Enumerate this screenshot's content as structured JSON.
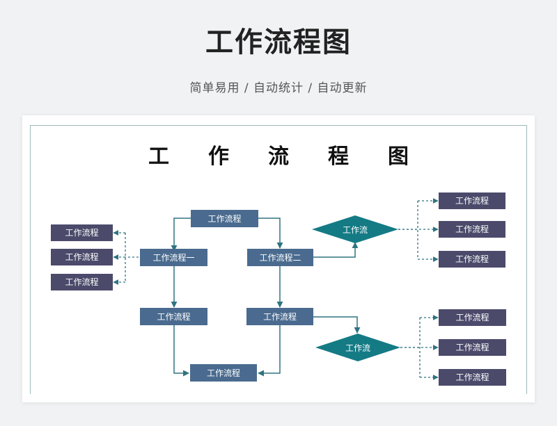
{
  "header": {
    "title": "工作流程图",
    "subtitle": "简单易用  /  自动统计  /  自动更新"
  },
  "diagram": {
    "title": "工作流程图",
    "nodes": {
      "top": "工作流程",
      "left_main": "工作流程一",
      "right_main": "工作流程二",
      "left_mid": "工作流程",
      "right_mid": "工作流程",
      "bottom": "工作流程",
      "left_side_1": "工作流程",
      "left_side_2": "工作流程",
      "left_side_3": "工作流程",
      "decision_1": "工作流",
      "decision_2": "工作流",
      "right_top_1": "工作流程",
      "right_top_2": "工作流程",
      "right_top_3": "工作流程",
      "right_bottom_1": "工作流程",
      "right_bottom_2": "工作流程",
      "right_bottom_3": "工作流程"
    },
    "colors": {
      "main_box": "#4a6b8f",
      "side_box": "#4b4a6b",
      "decision": "#147b85",
      "connector": "#2e7380"
    }
  }
}
